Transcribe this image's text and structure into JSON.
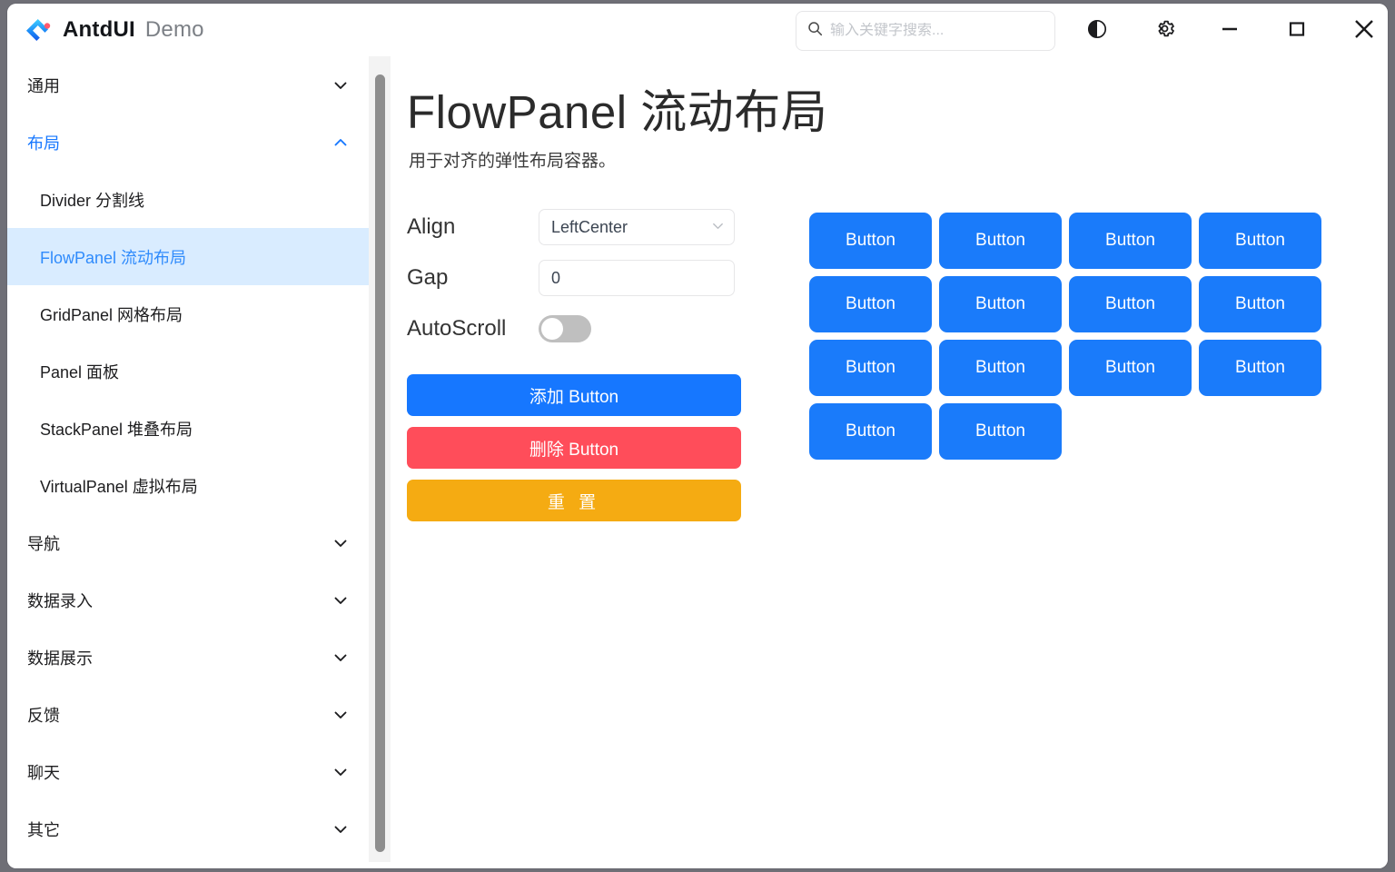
{
  "window": {
    "brand_name": "AntdUI",
    "brand_suffix": "Demo",
    "logo_icon": "antd-logo-icon",
    "logo_colors": {
      "blue_light": "#36cfff",
      "blue": "#1677ff",
      "dot": "#ff5a6e"
    }
  },
  "titlebar": {
    "search": {
      "placeholder": "输入关键字搜索...",
      "value": "",
      "icon": "search-icon"
    },
    "buttons": [
      {
        "name": "theme-toggle-button",
        "icon": "contrast-icon"
      },
      {
        "name": "settings-button",
        "icon": "gear-icon"
      },
      {
        "name": "minimize-button",
        "icon": "minimize-icon"
      },
      {
        "name": "maximize-button",
        "icon": "maximize-icon"
      },
      {
        "name": "close-button",
        "icon": "close-icon"
      }
    ]
  },
  "sidebar": {
    "categories": [
      {
        "label": "通用",
        "expanded": false
      },
      {
        "label": "布局",
        "expanded": true
      },
      {
        "label": "导航",
        "expanded": false
      },
      {
        "label": "数据录入",
        "expanded": false
      },
      {
        "label": "数据展示",
        "expanded": false
      },
      {
        "label": "反馈",
        "expanded": false
      },
      {
        "label": "聊天",
        "expanded": false
      },
      {
        "label": "其它",
        "expanded": false
      }
    ],
    "layout_items": [
      {
        "label": "Divider 分割线",
        "selected": false
      },
      {
        "label": "FlowPanel 流动布局",
        "selected": true
      },
      {
        "label": "GridPanel 网格布局",
        "selected": false
      },
      {
        "label": "Panel 面板",
        "selected": false
      },
      {
        "label": "StackPanel 堆叠布局",
        "selected": false
      },
      {
        "label": "VirtualPanel 虚拟布局",
        "selected": false
      }
    ],
    "selected_color": "#2f8bfc",
    "selected_background": "#d9ecff"
  },
  "main": {
    "title": "FlowPanel 流动布局",
    "description": "用于对齐的弹性布局容器。",
    "controls": {
      "align": {
        "label": "Align",
        "value": "LeftCenter",
        "icon": "chevron-down-icon"
      },
      "gap": {
        "label": "Gap",
        "value": "0"
      },
      "autoscroll": {
        "label": "AutoScroll",
        "checked": false
      }
    },
    "actions": [
      {
        "label": "添加 Button",
        "color": "#1677ff"
      },
      {
        "label": "删除 Button",
        "color": "#ff4d5a"
      },
      {
        "label": "重 置",
        "color": "#f5ab12"
      }
    ],
    "flow_buttons": [
      {
        "label": "Button"
      },
      {
        "label": "Button"
      },
      {
        "label": "Button"
      },
      {
        "label": "Button"
      },
      {
        "label": "Button"
      },
      {
        "label": "Button"
      },
      {
        "label": "Button"
      },
      {
        "label": "Button"
      },
      {
        "label": "Button"
      },
      {
        "label": "Button"
      },
      {
        "label": "Button"
      },
      {
        "label": "Button"
      },
      {
        "label": "Button"
      },
      {
        "label": "Button"
      }
    ],
    "flow_button_color": "#1a7bfa"
  }
}
